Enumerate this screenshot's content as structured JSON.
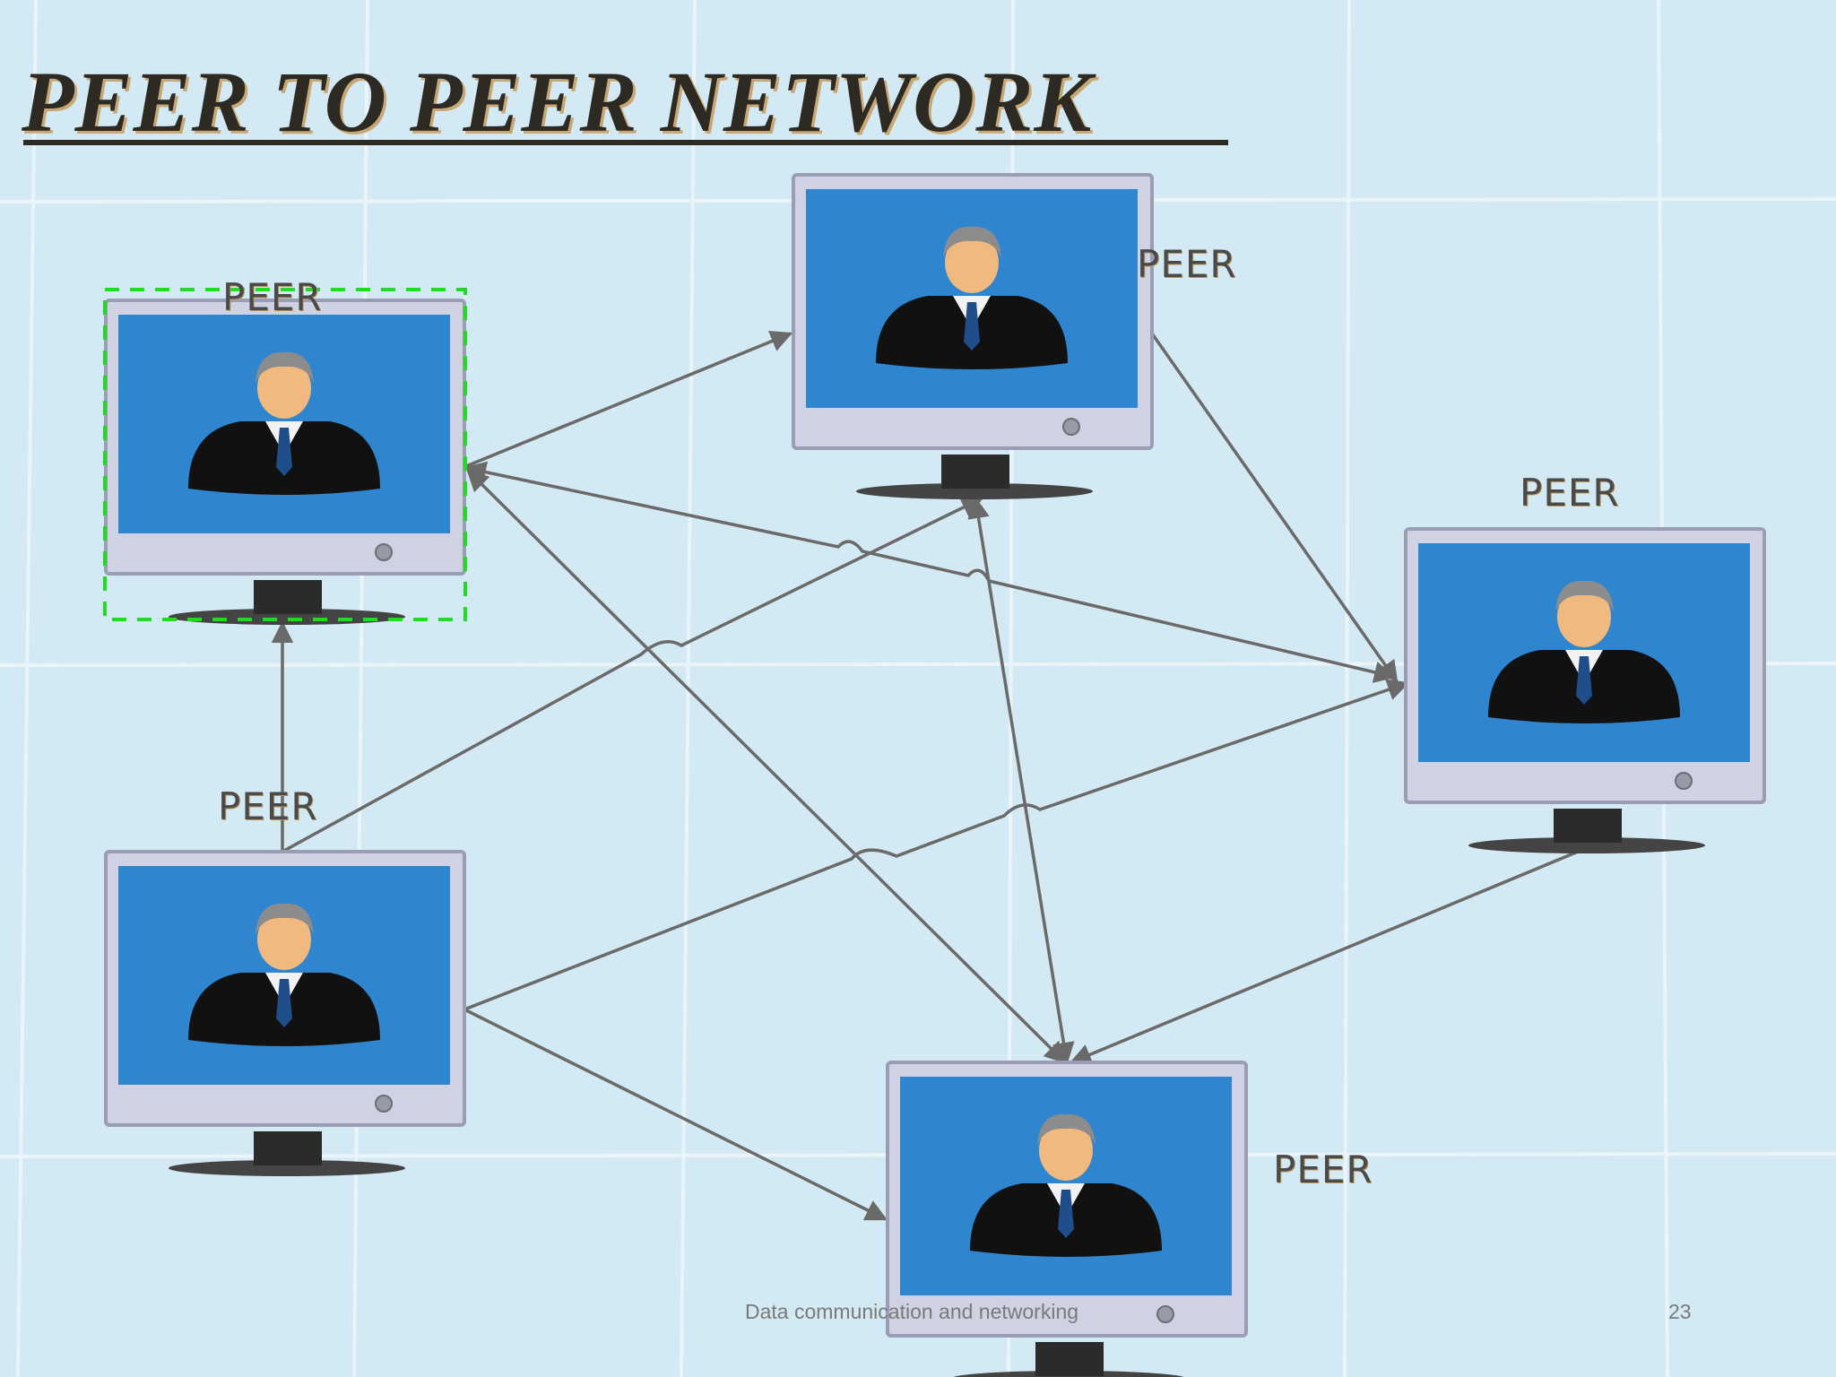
{
  "slide": {
    "title": "PEER TO PEER  NETWORK",
    "footer_text": "Data communication and networking",
    "page_number": "23"
  },
  "nodes": [
    {
      "id": "peer-top-left",
      "label": "PEER",
      "selected": true
    },
    {
      "id": "peer-top-center",
      "label": "PEER",
      "selected": false
    },
    {
      "id": "peer-right",
      "label": "PEER",
      "selected": false
    },
    {
      "id": "peer-bottom-left",
      "label": "PEER",
      "selected": false
    },
    {
      "id": "peer-bottom-center",
      "label": "PEER",
      "selected": false
    }
  ],
  "edges": [
    {
      "from": "peer-top-left",
      "to": "peer-top-center"
    },
    {
      "from": "peer-top-left",
      "to": "peer-right"
    },
    {
      "from": "peer-top-left",
      "to": "peer-bottom-center"
    },
    {
      "from": "peer-bottom-left",
      "to": "peer-top-left"
    },
    {
      "from": "peer-bottom-left",
      "to": "peer-top-center"
    },
    {
      "from": "peer-bottom-left",
      "to": "peer-right"
    },
    {
      "from": "peer-bottom-left",
      "to": "peer-bottom-center"
    },
    {
      "from": "peer-top-center",
      "to": "peer-right"
    },
    {
      "from": "peer-top-center",
      "to": "peer-bottom-center"
    },
    {
      "from": "peer-right",
      "to": "peer-bottom-center"
    }
  ],
  "colors": {
    "background": "#d3e9f3",
    "grid_line": "#eaf4f9",
    "connector": "#6a6a6a",
    "screen_blue": "#2f86cf",
    "selection": "#1fdc1f"
  }
}
